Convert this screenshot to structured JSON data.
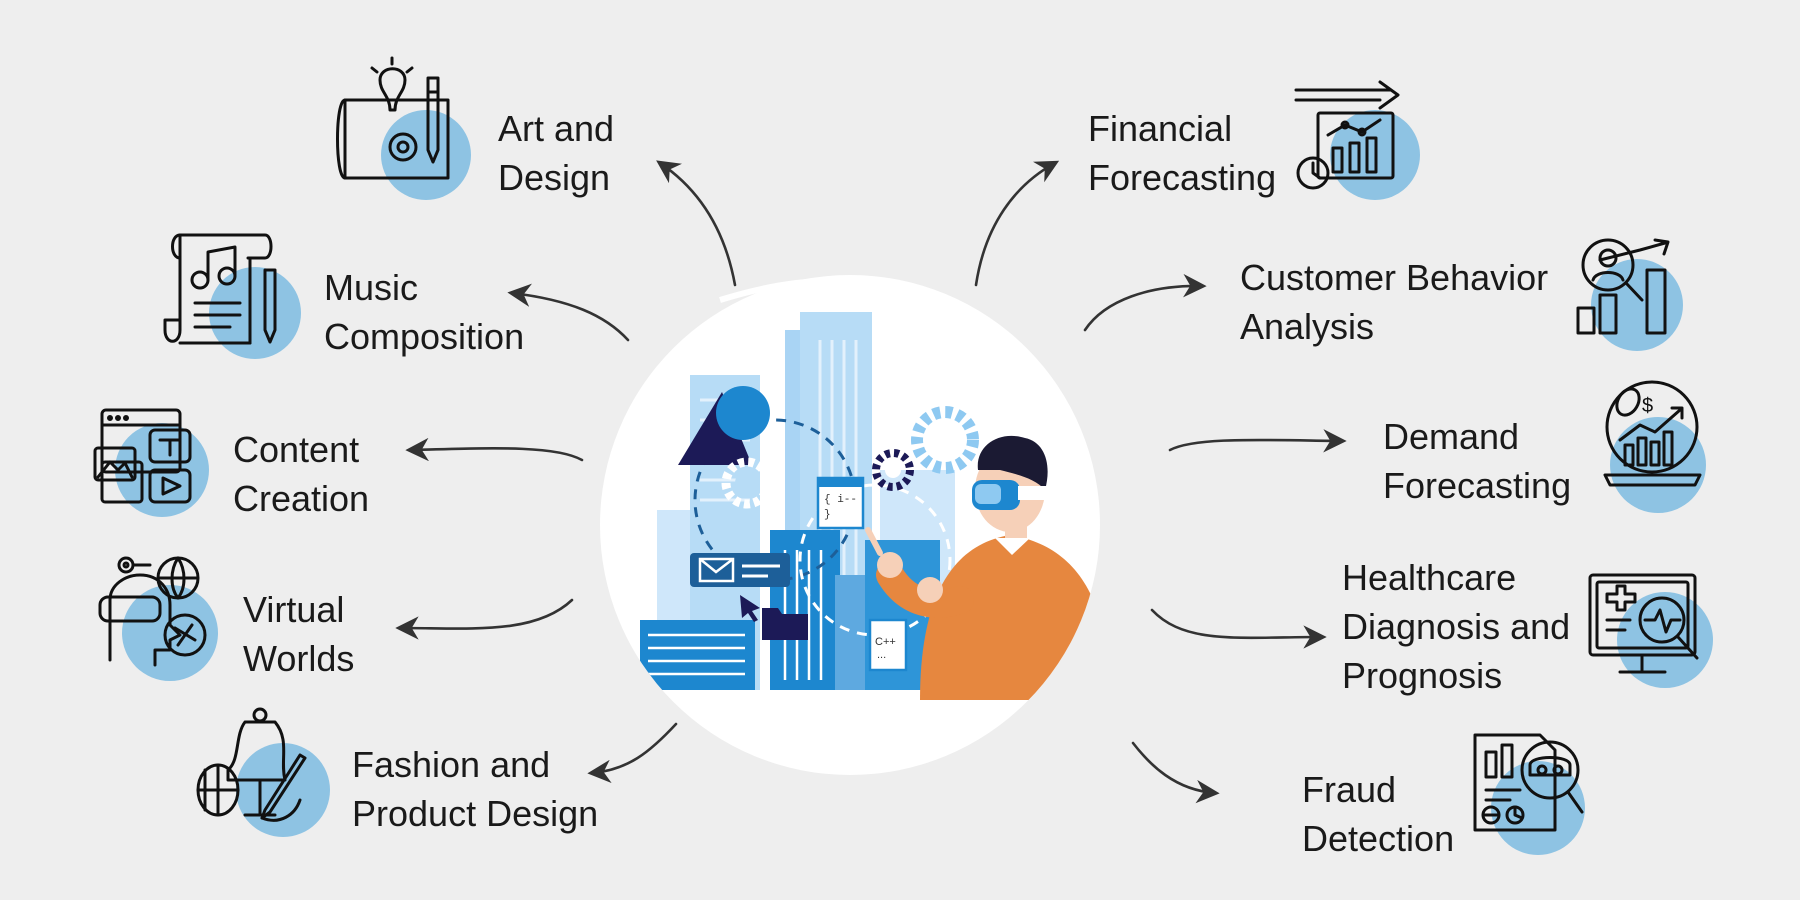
{
  "colors": {
    "background": "#eeeeee",
    "icon_blob": "#8ec3e3",
    "icon_stroke": "#111111",
    "arrow": "#333333",
    "hero_circle": "#ffffff",
    "building_light": "#b7dcf6",
    "building_mid": "#5ea9e0",
    "building_dark": "#1d87cf",
    "navy": "#1c1a57",
    "person_sweater": "#e6873f",
    "person_skin": "#f6d0b8",
    "person_hair": "#1b1a33"
  },
  "left_items": [
    {
      "icon": "art-design-icon",
      "lines": [
        "Art and",
        "Design"
      ]
    },
    {
      "icon": "music-composition-icon",
      "lines": [
        "Music",
        "Composition"
      ]
    },
    {
      "icon": "content-creation-icon",
      "lines": [
        "Content",
        "Creation"
      ]
    },
    {
      "icon": "virtual-worlds-icon",
      "lines": [
        "Virtual",
        "Worlds"
      ]
    },
    {
      "icon": "fashion-design-icon",
      "lines": [
        "Fashion and",
        "Product Design"
      ]
    }
  ],
  "right_items": [
    {
      "icon": "financial-forecasting-icon",
      "lines": [
        "Financial",
        "Forecasting"
      ]
    },
    {
      "icon": "customer-behavior-icon",
      "lines": [
        "Customer Behavior",
        "Analysis"
      ]
    },
    {
      "icon": "demand-forecasting-icon",
      "lines": [
        "Demand",
        "Forecasting"
      ]
    },
    {
      "icon": "healthcare-diagnosis-icon",
      "lines": [
        "Healthcare",
        "Diagnosis and",
        "Prognosis"
      ]
    },
    {
      "icon": "fraud-detection-icon",
      "lines": [
        "Fraud",
        "Detection"
      ]
    }
  ],
  "hero": {
    "icon": "developer-vr-illustration",
    "code_snippet": "{ i--\n}",
    "code_tag": "C++",
    "code_dots": "..."
  }
}
